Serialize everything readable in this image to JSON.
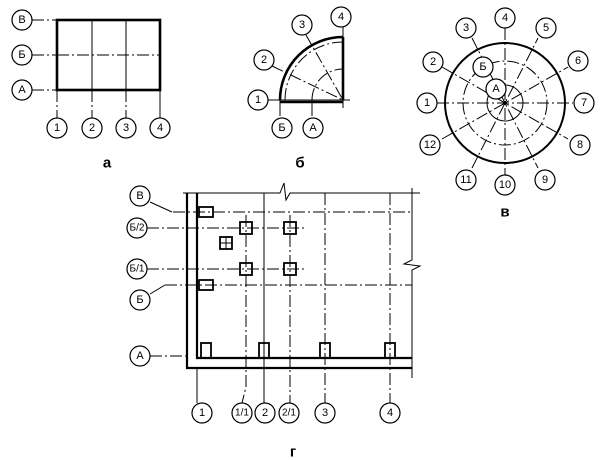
{
  "captions": {
    "a": "а",
    "b": "б",
    "v": "в",
    "g": "г"
  },
  "diagram_a": {
    "rows": [
      "В",
      "Б",
      "А"
    ],
    "cols": [
      "1",
      "2",
      "3",
      "4"
    ]
  },
  "diagram_b": {
    "radial": [
      "1",
      "2",
      "3",
      "4"
    ],
    "arcs": [
      "Б",
      "А"
    ]
  },
  "diagram_v": {
    "radial": [
      "1",
      "2",
      "3",
      "4",
      "5",
      "6",
      "7",
      "8",
      "9",
      "10",
      "11",
      "12"
    ],
    "rings": [
      "Б",
      "А"
    ]
  },
  "diagram_g": {
    "rows": [
      "В",
      "Б/2",
      "Б/1",
      "Б",
      "А"
    ],
    "cols": [
      "1",
      "1/1",
      "2",
      "2/1",
      "3",
      "4"
    ]
  }
}
